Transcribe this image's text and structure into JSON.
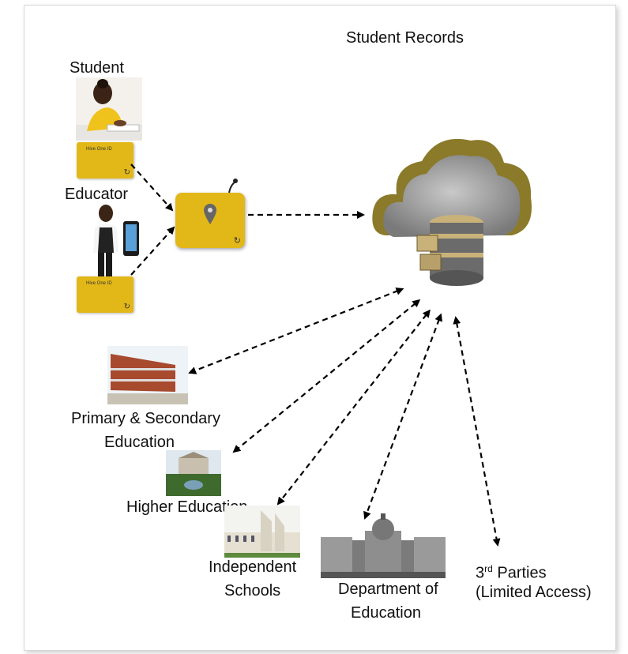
{
  "title": "Student Records",
  "actors": {
    "student": "Student",
    "educator": "Educator"
  },
  "card_text": "Hive One ID",
  "nodes": {
    "primary_1": "Primary & Secondary",
    "primary_2": "Education",
    "higher": "Higher Education",
    "independent_1": "Independent",
    "independent_2": "Schools",
    "department_1": "Department of",
    "department_2": "Education",
    "third_parties_sup": "rd",
    "third_parties_num": "3",
    "third_parties_1": " Parties",
    "third_parties_2": "(Limited Access)"
  },
  "colors": {
    "card_yellow": "#e2b818",
    "cloud_olive": "#8a7a2a",
    "arrow": "#000000"
  }
}
